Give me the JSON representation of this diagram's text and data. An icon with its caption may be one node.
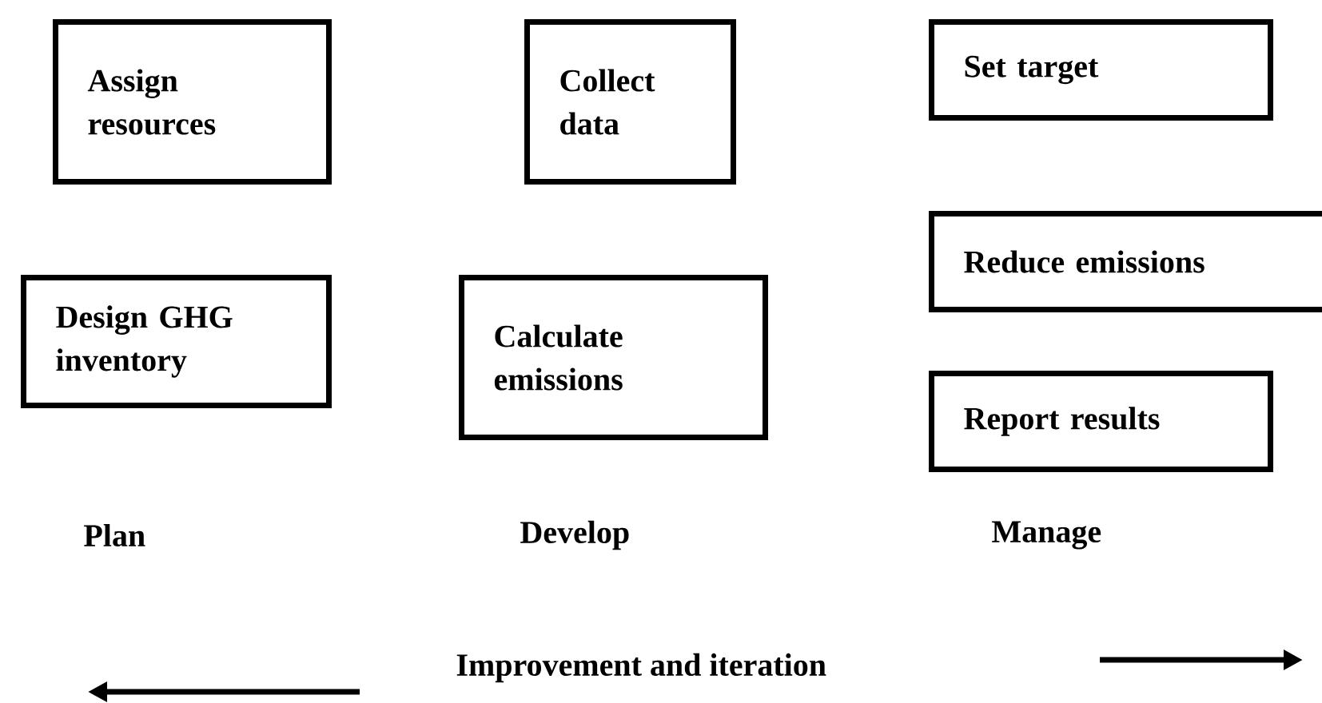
{
  "diagram": {
    "nodes": [
      {
        "text": [
          "Assign resources"
        ]
      },
      {
        "text": [
          "Collect data"
        ]
      },
      {
        "text": [
          "Set target"
        ]
      },
      {
        "text": [
          "Reduce emissions"
        ]
      },
      {
        "text": [
          "Design GHG inventory"
        ]
      },
      {
        "text": [
          "Calculate emissions"
        ]
      },
      {
        "text": [
          "Report results"
        ]
      }
    ],
    "labels": [
      "Plan",
      "Develop",
      "Manage",
      "Improvement and iteration"
    ]
  }
}
